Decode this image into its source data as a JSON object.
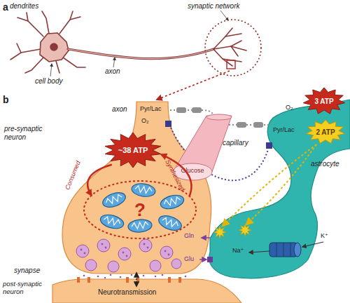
{
  "diagram": {
    "nodes": [
      {
        "text": [
          "Glucose"
        ]
      },
      {
        "text": [
          "~38 ATP"
        ]
      },
      {
        "text": [
          "?"
        ]
      },
      {
        "text": [
          "3 ATP"
        ]
      },
      {
        "text": [
          "2 ATP"
        ]
      }
    ],
    "edges": [
      {
        "from": 1,
        "to": 2,
        "arrow": "to",
        "label": "Consumed"
      },
      {
        "from": 2,
        "to": 1,
        "arrow": "to",
        "label": "Synthesized"
      }
    ],
    "labels": [
      "a",
      "dendrites",
      "synaptic network",
      "axon",
      "cell body",
      "b",
      "pre-synaptic neuron",
      "axon",
      "capillary",
      "Pyr/Lac",
      "O₂",
      "O₂",
      "Pyr/Lac",
      "astrocyte",
      "synapse",
      "Gln",
      "Glu",
      "Na⁺",
      "K⁺",
      "Neurotransmission",
      "post-synaptic neuron"
    ]
  }
}
